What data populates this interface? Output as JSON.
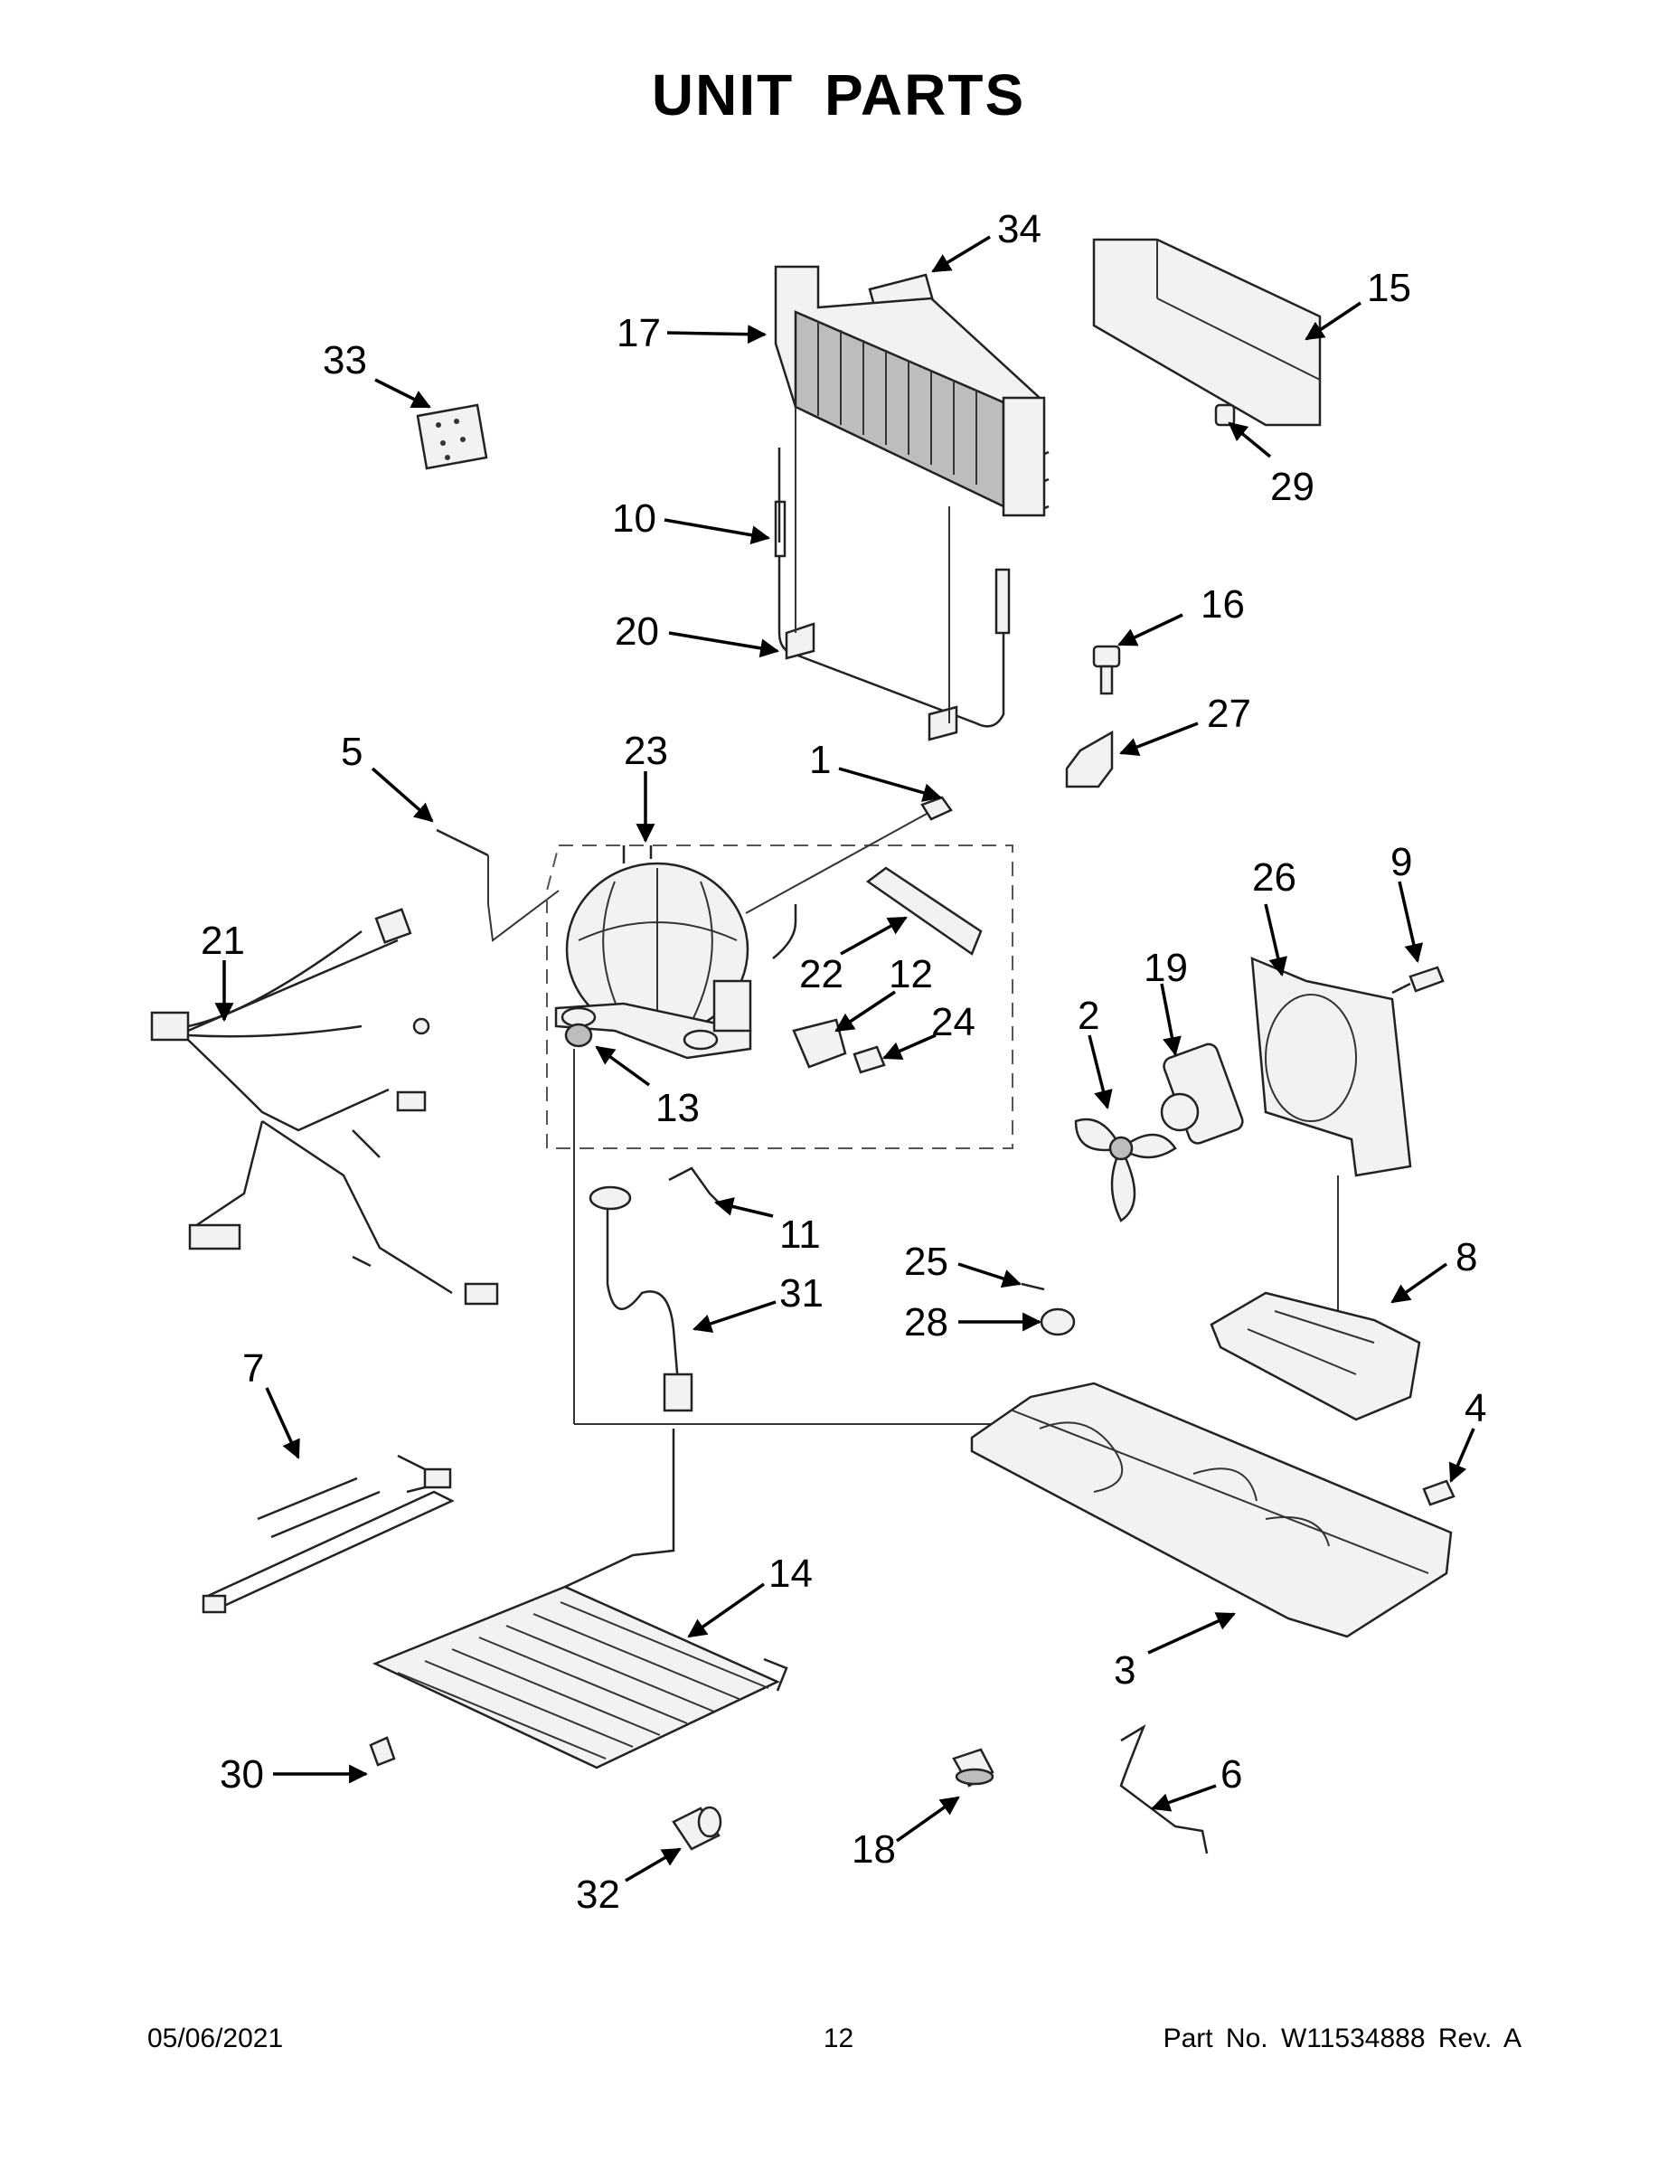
{
  "title": "UNIT PARTS",
  "callouts": [
    {
      "id": "c34",
      "label": "34"
    },
    {
      "id": "c15",
      "label": "15"
    },
    {
      "id": "c17",
      "label": "17"
    },
    {
      "id": "c33",
      "label": "33"
    },
    {
      "id": "c29",
      "label": "29"
    },
    {
      "id": "c10",
      "label": "10"
    },
    {
      "id": "c16",
      "label": "16"
    },
    {
      "id": "c20",
      "label": "20"
    },
    {
      "id": "c27",
      "label": "27"
    },
    {
      "id": "c5",
      "label": "5"
    },
    {
      "id": "c23",
      "label": "23"
    },
    {
      "id": "c1",
      "label": "1"
    },
    {
      "id": "c26",
      "label": "26"
    },
    {
      "id": "c9",
      "label": "9"
    },
    {
      "id": "c21",
      "label": "21"
    },
    {
      "id": "c19",
      "label": "19"
    },
    {
      "id": "c22",
      "label": "22"
    },
    {
      "id": "c12",
      "label": "12"
    },
    {
      "id": "c2",
      "label": "2"
    },
    {
      "id": "c24",
      "label": "24"
    },
    {
      "id": "c13",
      "label": "13"
    },
    {
      "id": "c11",
      "label": "11"
    },
    {
      "id": "c31",
      "label": "31"
    },
    {
      "id": "c25",
      "label": "25"
    },
    {
      "id": "c8",
      "label": "8"
    },
    {
      "id": "c28",
      "label": "28"
    },
    {
      "id": "c7",
      "label": "7"
    },
    {
      "id": "c4",
      "label": "4"
    },
    {
      "id": "c14",
      "label": "14"
    },
    {
      "id": "c3",
      "label": "3"
    },
    {
      "id": "c6",
      "label": "6"
    },
    {
      "id": "c30",
      "label": "30"
    },
    {
      "id": "c18",
      "label": "18"
    },
    {
      "id": "c32",
      "label": "32"
    }
  ],
  "footer": {
    "date": "05/06/2021",
    "page_number": "12",
    "part_no": "Part No.  W11534888  Rev.  A"
  }
}
